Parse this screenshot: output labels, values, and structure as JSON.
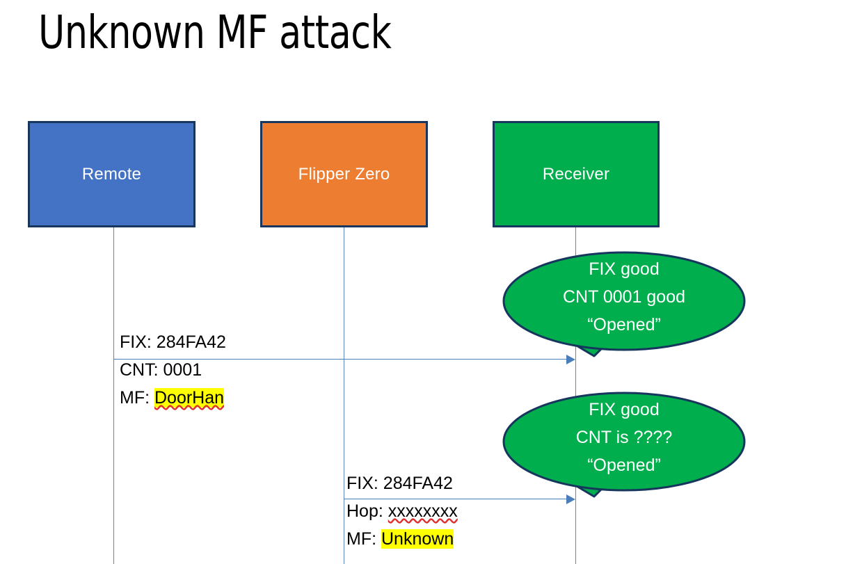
{
  "slide": {
    "title": "Unknown MF attack",
    "background": "#FFFFFF"
  },
  "colors": {
    "remote_fill": "#4472C4",
    "flipper_fill": "#ED7D31",
    "receiver_fill": "#00AE4D",
    "box_border": "#17365D",
    "lifeline": "#5B86C4",
    "arrow": "#4A7EBB",
    "highlight": "#FFFF00",
    "spellcheck_underline": "#E03030",
    "text_on_fill": "#FFFFFF",
    "text_body": "#000000"
  },
  "actors": [
    {
      "id": "remote",
      "label": "Remote"
    },
    {
      "id": "flipper",
      "label": "Flipper Zero"
    },
    {
      "id": "receiver",
      "label": "Receiver"
    }
  ],
  "messages": [
    {
      "id": "msg-1",
      "from": "remote",
      "to": "receiver",
      "lines": [
        {
          "label": "FIX: ",
          "value": "284FA42",
          "highlight": false,
          "spellcheck_error": false
        },
        {
          "label": "CNT: ",
          "value": "0001",
          "highlight": false,
          "spellcheck_error": false
        },
        {
          "label": "MF: ",
          "value": "DoorHan",
          "highlight": true,
          "spellcheck_error": true
        }
      ]
    },
    {
      "id": "msg-2",
      "from": "flipper",
      "to": "receiver",
      "lines": [
        {
          "label": "FIX: ",
          "value": "284FA42",
          "highlight": false,
          "spellcheck_error": false
        },
        {
          "label": "Hop: ",
          "value": "xxxxxxxx",
          "highlight": false,
          "spellcheck_error": true
        },
        {
          "label": "MF: ",
          "value": "Unknown",
          "highlight": true,
          "spellcheck_error": false
        }
      ]
    }
  ],
  "callouts": [
    {
      "id": "callout-1",
      "anchor": "receiver",
      "lines": [
        "FIX good",
        "CNT 0001 good",
        "“Opened”"
      ]
    },
    {
      "id": "callout-2",
      "anchor": "receiver",
      "lines": [
        "FIX good",
        "CNT is ????",
        "“Opened”"
      ]
    }
  ]
}
